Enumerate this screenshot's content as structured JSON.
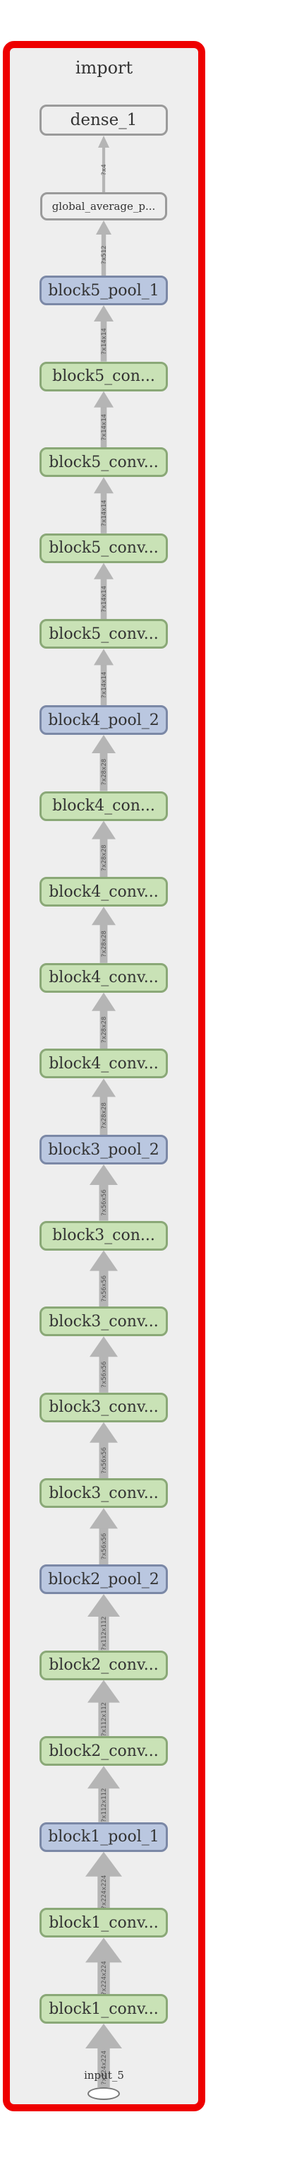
{
  "graph": {
    "title": "import",
    "input_label": "input_5",
    "nodes": [
      {
        "label": "dense_1",
        "kind": "dense"
      },
      {
        "label": "global_average_p...",
        "kind": "gap"
      },
      {
        "label": "block5_pool_1",
        "kind": "pool"
      },
      {
        "label": "block5_con...",
        "kind": "conv"
      },
      {
        "label": "block5_conv...",
        "kind": "conv"
      },
      {
        "label": "block5_conv...",
        "kind": "conv"
      },
      {
        "label": "block5_conv...",
        "kind": "conv"
      },
      {
        "label": "block4_pool_2",
        "kind": "pool"
      },
      {
        "label": "block4_con...",
        "kind": "conv"
      },
      {
        "label": "block4_conv...",
        "kind": "conv"
      },
      {
        "label": "block4_conv...",
        "kind": "conv"
      },
      {
        "label": "block4_conv...",
        "kind": "conv"
      },
      {
        "label": "block3_pool_2",
        "kind": "pool"
      },
      {
        "label": "block3_con...",
        "kind": "conv"
      },
      {
        "label": "block3_conv...",
        "kind": "conv"
      },
      {
        "label": "block3_conv...",
        "kind": "conv"
      },
      {
        "label": "block3_conv...",
        "kind": "conv"
      },
      {
        "label": "block2_pool_2",
        "kind": "pool"
      },
      {
        "label": "block2_conv...",
        "kind": "conv"
      },
      {
        "label": "block2_conv...",
        "kind": "conv"
      },
      {
        "label": "block1_pool_1",
        "kind": "pool"
      },
      {
        "label": "block1_conv...",
        "kind": "conv"
      },
      {
        "label": "block1_conv...",
        "kind": "conv"
      }
    ],
    "edges": [
      {
        "label": "?x4",
        "weight": 1
      },
      {
        "label": "?x512",
        "weight": 2
      },
      {
        "label": "?x14x14",
        "weight": 3
      },
      {
        "label": "?x14x14",
        "weight": 3
      },
      {
        "label": "?x14x14",
        "weight": 3
      },
      {
        "label": "?x14x14",
        "weight": 3
      },
      {
        "label": "?x14x14",
        "weight": 3
      },
      {
        "label": "?x28x28",
        "weight": 4
      },
      {
        "label": "?x28x28",
        "weight": 4
      },
      {
        "label": "?x28x28",
        "weight": 4
      },
      {
        "label": "?x28x28",
        "weight": 4
      },
      {
        "label": "?x28x28",
        "weight": 4
      },
      {
        "label": "?x56x56",
        "weight": 5
      },
      {
        "label": "?x56x56",
        "weight": 5
      },
      {
        "label": "?x56x56",
        "weight": 5
      },
      {
        "label": "?x56x56",
        "weight": 5
      },
      {
        "label": "?x56x56",
        "weight": 5
      },
      {
        "label": "?x112x112",
        "weight": 6
      },
      {
        "label": "?x112x112",
        "weight": 6
      },
      {
        "label": "?x112x112",
        "weight": 6
      },
      {
        "label": "?x224x224",
        "weight": 7
      },
      {
        "label": "?x224x224",
        "weight": 7
      },
      {
        "label": "?x224x224",
        "weight": 7
      }
    ]
  }
}
